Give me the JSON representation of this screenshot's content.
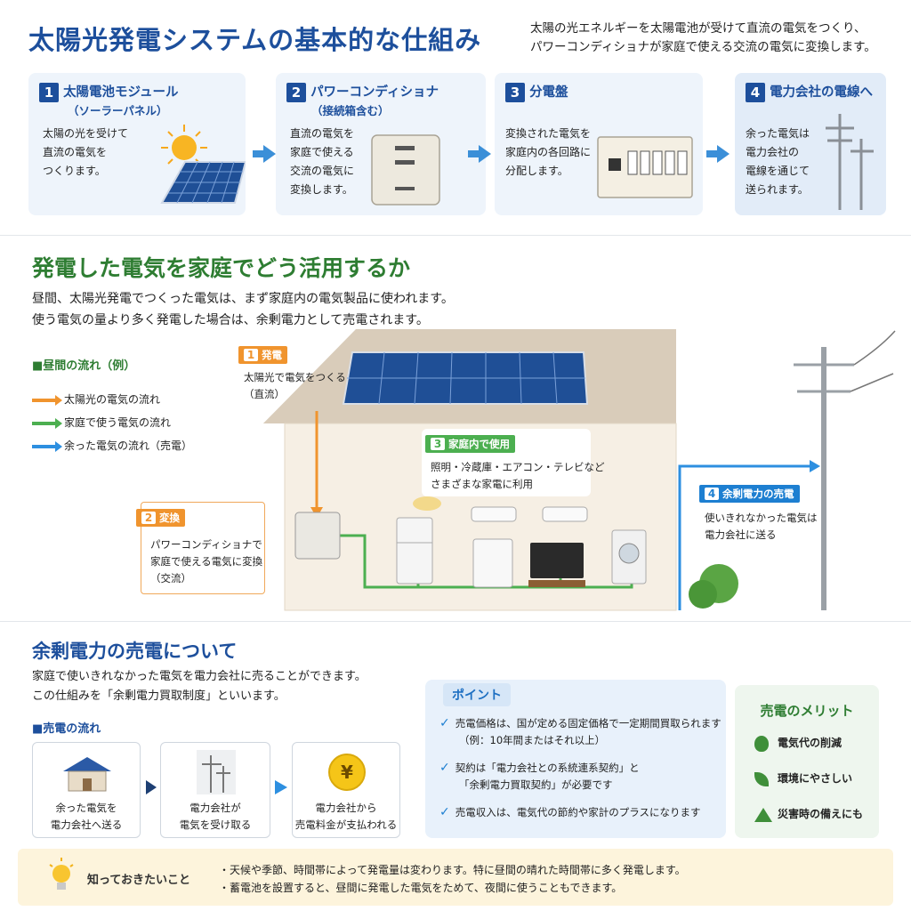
{
  "header": {
    "title": "太陽光発電システムの基本的な仕組み",
    "intro_line1": "太陽の光エネルギーを太陽電池が受けて直流の電気をつくり、",
    "intro_line2": "パワーコンディショナが家庭で使える交流の電気に変換します。"
  },
  "steps": [
    {
      "num": "1",
      "title": "太陽電池モジュール",
      "sub": "（ソーラーパネル）",
      "lines": [
        "太陽の光を受けて",
        "直流の電気を",
        "つくります。"
      ]
    },
    {
      "num": "2",
      "title": "パワーコンディショナ",
      "sub": "（接続箱含む）",
      "lines": [
        "直流の電気を",
        "家庭で使える",
        "交流の電気に",
        "変換します。"
      ]
    },
    {
      "num": "3",
      "title": "分電盤",
      "sub": "",
      "lines": [
        "変換された電気を",
        "家庭内の各回路に",
        "分配します。"
      ]
    },
    {
      "num": "4",
      "title": "電力会社の電線へ",
      "sub": "",
      "lines": [
        "余った電気は",
        "電力会社の",
        "電線を通じて",
        "送られます。"
      ]
    }
  ],
  "usage": {
    "title": "発電した電気を家庭でどう活用するか",
    "intro_line1": "昼間、太陽光発電でつくった電気は、まず家庭内の電気製品に使われます。",
    "intro_line2": "使う電気の量より多く発電した場合は、余剰電力として売電されます。",
    "legend_title": "■昼間の流れ（例）",
    "legend": [
      {
        "label": "太陽光の電気の流れ",
        "color": "#f0942e"
      },
      {
        "label": "家庭で使う電気の流れ",
        "color": "#4caf50"
      },
      {
        "label": "余った電気の流れ（売電）",
        "color": "#2d8fe0"
      }
    ],
    "callouts": {
      "gen_num": "1",
      "gen_tag": "発電",
      "gen_line1": "太陽光で電気をつくる",
      "gen_line2": "（直流）",
      "conv_num": "2",
      "conv_tag": "変換",
      "conv_line1": "パワーコンディショナで",
      "conv_line2": "家庭で使える電気に変換",
      "conv_line3": "（交流）",
      "use_num": "3",
      "use_tag": "家庭内で使用",
      "use_line1": "照明・冷蔵庫・エアコン・テレビなど",
      "use_line2": "さまざまな家電に利用",
      "sell_num": "4",
      "sell_tag": "余剰電力の売電",
      "sell_line1": "使いきれなかった電気は",
      "sell_line2": "電力会社に送る"
    }
  },
  "selling": {
    "title": "余剰電力の売電について",
    "intro_line1": "家庭で使いきれなかった電気を電力会社に売ることができます。",
    "intro_line2": "この仕組みを「余剰電力買取制度」といいます。",
    "flow_title": "■売電の流れ",
    "flow": [
      {
        "line1": "余った電気を",
        "line2": "電力会社へ送る"
      },
      {
        "line1": "電力会社が",
        "line2": "電気を受け取る"
      },
      {
        "line1": "電力会社から",
        "line2": "売電料金が支払われる"
      }
    ],
    "yen": "¥",
    "point_title": "ポイント",
    "points": [
      {
        "line1": "売電価格は、国が定める固定価格で一定期間買取られます",
        "line2": "（例：10年間またはそれ以上）"
      },
      {
        "line1": "契約は「電力会社との系統連系契約」と",
        "line2": "「余剰電力買取契約」が必要です"
      },
      {
        "line1": "売電収入は、電気代の節約や家計のプラスになります",
        "line2": ""
      }
    ],
    "merit_title": "売電のメリット",
    "merits": [
      "電気代の削減",
      "環境にやさしい",
      "災害時の備えにも"
    ]
  },
  "note": {
    "label": "知っておきたいこと",
    "line1": "・天候や季節、時間帯によって発電量は変わります。特に昼間の晴れた時間帯に多く発電します。",
    "line2": "・蓄電池を設置すると、昼間に発電した電気をためて、夜間に使うこともできます。"
  }
}
